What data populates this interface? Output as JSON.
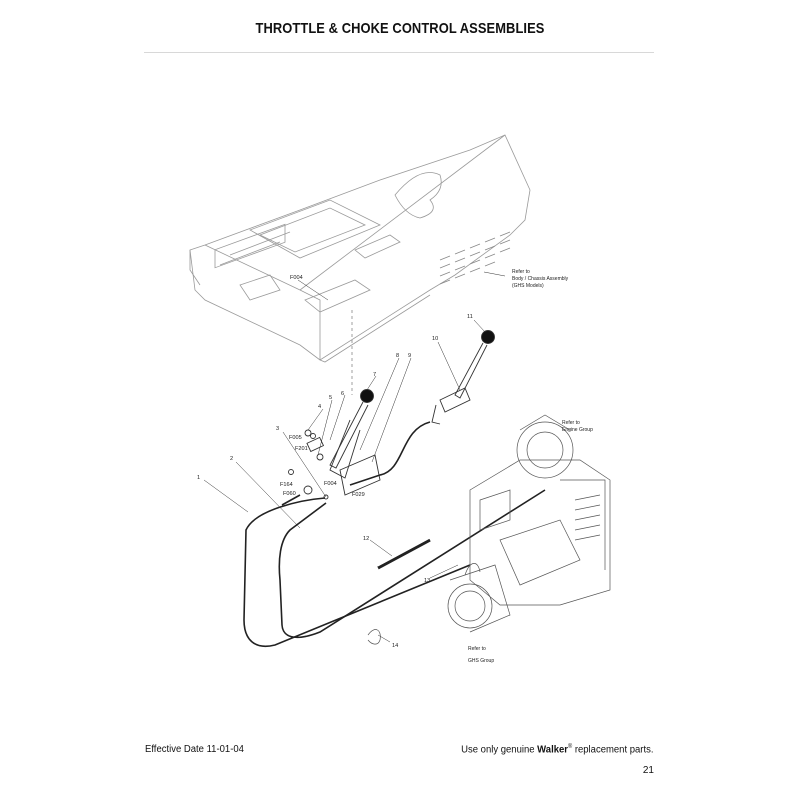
{
  "page": {
    "title": "THROTTLE & CHOKE CONTROL ASSEMBLIES",
    "effective_date": "Effective Date 11-01-04",
    "footer_prefix": "Use only genuine ",
    "footer_brand": "Walker",
    "footer_reg": "®",
    "footer_suffix": " replacement parts.",
    "page_number": "21"
  },
  "diagram": {
    "callouts": {
      "c1": "1",
      "c2": "2",
      "c3": "3",
      "c4": "4",
      "c5": "5",
      "c6": "6",
      "c7": "7",
      "c8": "8",
      "c9": "9",
      "c10": "10",
      "c11": "11",
      "c12": "12",
      "c13": "13",
      "c14": "14"
    },
    "fasteners": {
      "f004_top": "F004",
      "f005": "F005",
      "f201": "F201",
      "f004_mid": "F004",
      "f029": "F029",
      "f164": "F164",
      "f060": "F060"
    },
    "refs": {
      "body_l1": "Refer to",
      "body_l2": "Body / Chassis Assembly",
      "body_l3": "(GHS Models)",
      "engine_l1": "Refer to",
      "engine_l2": "Engine Group",
      "ghs_l1": "Refer to",
      "ghs_l2": "GHS Group"
    }
  }
}
